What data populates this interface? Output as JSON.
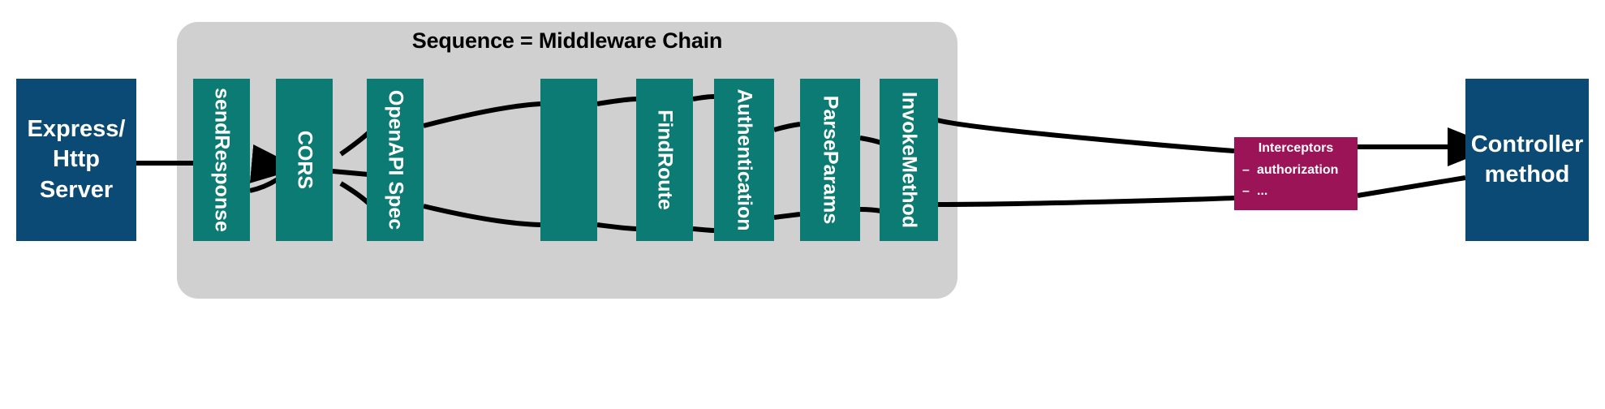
{
  "diagram": {
    "title": "Sequence = Middleware Chain",
    "colors": {
      "panel": "#d0d0d0",
      "endbox": "#0a4a74",
      "middleware": "#0b7b73",
      "interceptors": "#9c1458",
      "connector": "#000000",
      "text_on_fill": "#ffffff",
      "title_text": "#000000"
    }
  },
  "endpoints": {
    "left": {
      "label": "Express/\nHttp\nServer",
      "line1": "Express/",
      "line2": "Http",
      "line3": "Server"
    },
    "right": {
      "label": "Controller method",
      "line1": "Controller",
      "line2": "method"
    }
  },
  "middleware": [
    {
      "id": "send-response",
      "label": "sendResponse"
    },
    {
      "id": "cors",
      "label": "CORS"
    },
    {
      "id": "openapi-spec",
      "label": "OpenAPI Spec"
    },
    {
      "id": "unlabeled",
      "label": ""
    },
    {
      "id": "find-route",
      "label": "FindRoute"
    },
    {
      "id": "authentication",
      "label": "Authentication"
    },
    {
      "id": "parse-params",
      "label": "ParseParams"
    },
    {
      "id": "invoke-method",
      "label": "InvokeMethod"
    }
  ],
  "interceptors": {
    "title": "Interceptors",
    "items": [
      "authorization",
      "..."
    ],
    "bullet": "–"
  }
}
